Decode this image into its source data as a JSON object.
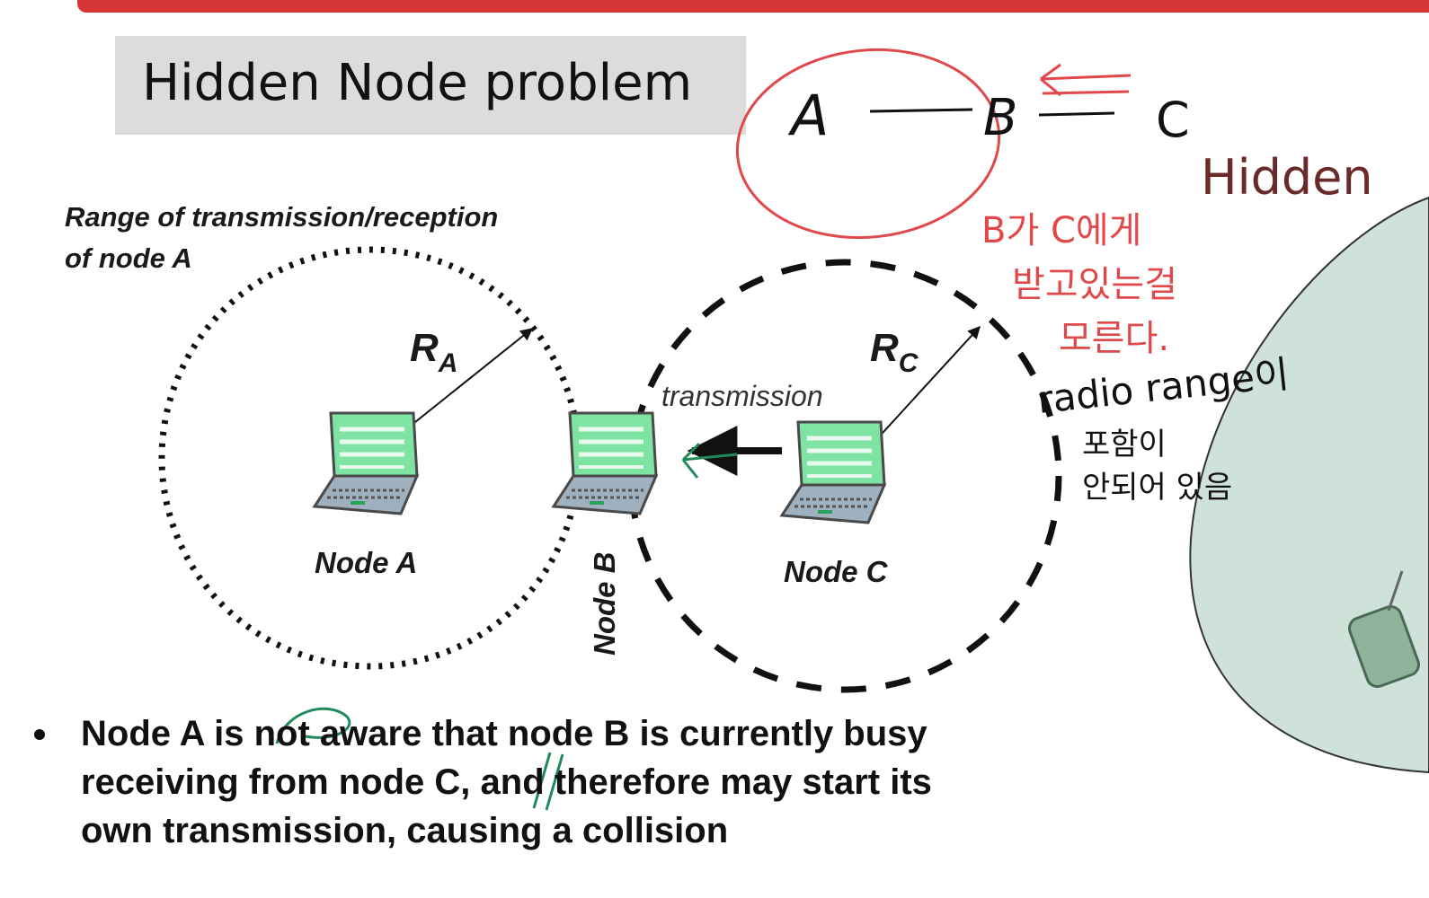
{
  "slide": {
    "title": "Hidden Node problem",
    "right_partial_title": "Hidden"
  },
  "diagram": {
    "range_caption_line1": "Range of transmission/reception",
    "range_caption_line2": "of node A",
    "radius_a_letter": "R",
    "radius_a_sub": "A",
    "radius_c_letter": "R",
    "radius_c_sub": "C",
    "transmission_label": "transmission",
    "node_a_label": "Node A",
    "node_b_label": "Node B",
    "node_c_label": "Node C"
  },
  "annotations": {
    "chain_a": "A",
    "chain_b": "B",
    "chain_c": "C",
    "korean_note_line1": "B가 C에게",
    "korean_note_line2": "받고있는걸",
    "korean_note_line3": "모른다.",
    "range_note_line1": "radio range이",
    "range_note_line2": "포함이",
    "range_note_line3": "안되어 있음"
  },
  "bullet": {
    "line1": "Node A is not aware that node B is currently busy",
    "line2": "receiving from node C, and therefore may start its",
    "line3": "own transmission, causing a collision"
  },
  "colors": {
    "accent_red": "#d63535",
    "annotation_red": "#e0484a",
    "annotation_green": "#1f8a5a",
    "laptop_screen": "#7fe3a4",
    "blob_fill": "#cfe2da"
  }
}
